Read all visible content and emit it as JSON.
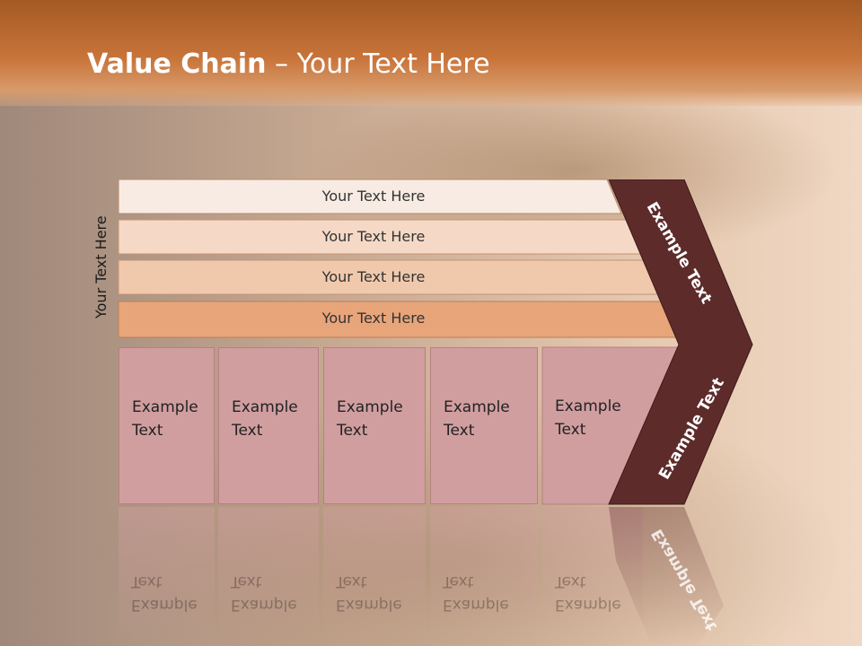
{
  "title": {
    "bold": "Value Chain",
    "rest": " – Your Text Here"
  },
  "side_label": "Your Text Here",
  "bands": [
    "Your Text Here",
    "Your Text Here",
    "Your Text Here",
    "Your Text Here"
  ],
  "boxes": [
    "Example Text",
    "Example Text",
    "Example Text",
    "Example Text",
    "Example Text"
  ],
  "chevron": {
    "top_label": "Example Text",
    "bottom_label": "Example Text",
    "color": "#5e2b2b"
  },
  "colors": {
    "header": "#c8743a",
    "box": "#d19ea0",
    "band_dark": "#e8a57a"
  }
}
